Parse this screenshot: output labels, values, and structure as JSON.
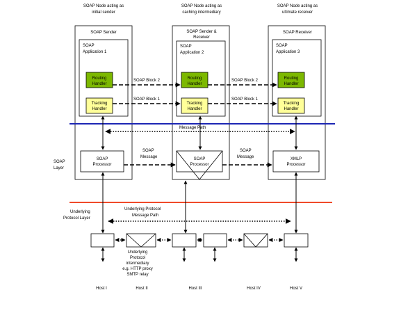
{
  "colors": {
    "routing": "#7cb800",
    "tracking": "#ffff99",
    "soap_layer_line": "#1c26b4",
    "protocol_layer_line": "#f04a2a",
    "stroke": "#000000",
    "background": "#ffffff"
  },
  "roles": [
    {
      "line1": "SOAP Node acting as",
      "line2": "initial sender"
    },
    {
      "line1": "SOAP Node acting as",
      "line2": "caching intermediary"
    },
    {
      "line1": "SOAP Node acting as",
      "line2": "ultimate receiver"
    }
  ],
  "nodes": [
    {
      "title1": "SOAP Sender",
      "title2": "",
      "app1": "SOAP",
      "app2": "Application 1",
      "routing1": "Routing",
      "routing2": "Handler",
      "tracking1": "Tracking",
      "tracking2": "Handler",
      "proc1": "SOAP",
      "proc2": "Processor"
    },
    {
      "title1": "SOAP Sender &",
      "title2": "Receiver",
      "app1": "SOAP",
      "app2": "Application 2",
      "routing1": "Routing",
      "routing2": "Handler",
      "tracking1": "Tracking",
      "tracking2": "Handler",
      "proc1": "SOAP",
      "proc2": "Processor"
    },
    {
      "title1": "SOAP Receiver",
      "title2": "",
      "app1": "SOAP",
      "app2": "Application 3",
      "routing1": "Routing",
      "routing2": "Handler",
      "tracking1": "Tracking",
      "tracking2": "Handler",
      "proc1": "XMLP",
      "proc2": "Processor"
    }
  ],
  "blocks": {
    "routing_left": "SOAP Block 2",
    "tracking_left": "SOAP Block 1",
    "routing_right": "SOAP Block 2",
    "tracking_right": "SOAP Block 1"
  },
  "message_path": "Message Path",
  "soap_message_left": {
    "line1": "SOAP",
    "line2": "Message"
  },
  "soap_message_right": {
    "line1": "SOAP",
    "line2": "Message"
  },
  "soap_layer": {
    "line1": "SOAP",
    "line2": "Layer"
  },
  "underlying_layer": {
    "line1": "Underlying",
    "line2": "Protocol Layer"
  },
  "underlying_path": {
    "line1": "Underlying Protocol",
    "line2": "Message Path"
  },
  "intermediary_note": [
    "Underlying",
    "Protocol",
    "intermediary",
    "e.g. HTTP proxy",
    "SMTP relay"
  ],
  "hosts": [
    "Host I",
    "Host II",
    "Host III",
    "Host IV",
    "Host V"
  ]
}
